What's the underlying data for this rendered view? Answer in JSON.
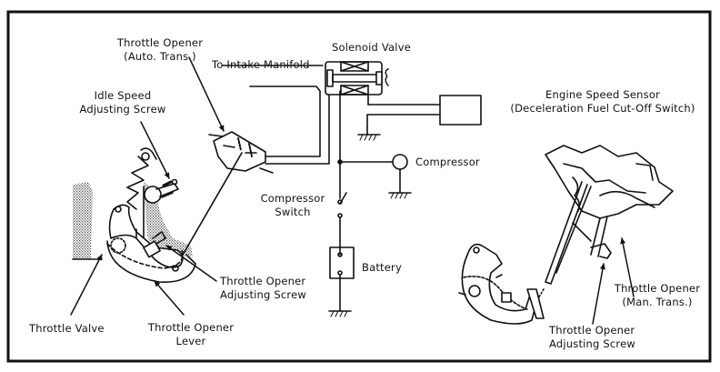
{
  "diagram": {
    "type": "throttle opener / deceleration fuel cut-off system schematic",
    "labels": {
      "throttle_opener_auto": [
        "Throttle Opener",
        "(Auto. Trans.)"
      ],
      "to_intake_manifold": "To Intake Manifold",
      "solenoid_valve": "Solenoid Valve",
      "idle_speed_screw": [
        "Idle Speed",
        "Adjusting Screw"
      ],
      "engine_speed_sensor": [
        "Engine Speed Sensor",
        "(Deceleration Fuel Cut-Off Switch)"
      ],
      "compressor": "Compressor",
      "compressor_switch": [
        "Compressor",
        "Switch"
      ],
      "battery": "Battery",
      "throttle_opener_adj_screw_left": [
        "Throttle Opener",
        "Adjusting Screw"
      ],
      "throttle_valve": "Throttle Valve",
      "throttle_opener_lever": [
        "Throttle Opener",
        "Lever"
      ],
      "throttle_opener_man": [
        "Throttle Opener",
        "(Man. Trans.)"
      ],
      "throttle_opener_adj_screw_right": [
        "Throttle Opener",
        "Adjusting Screw"
      ]
    },
    "colors": {
      "ink": "#111111",
      "background": "#ffffff",
      "stipple": "#555555"
    }
  }
}
